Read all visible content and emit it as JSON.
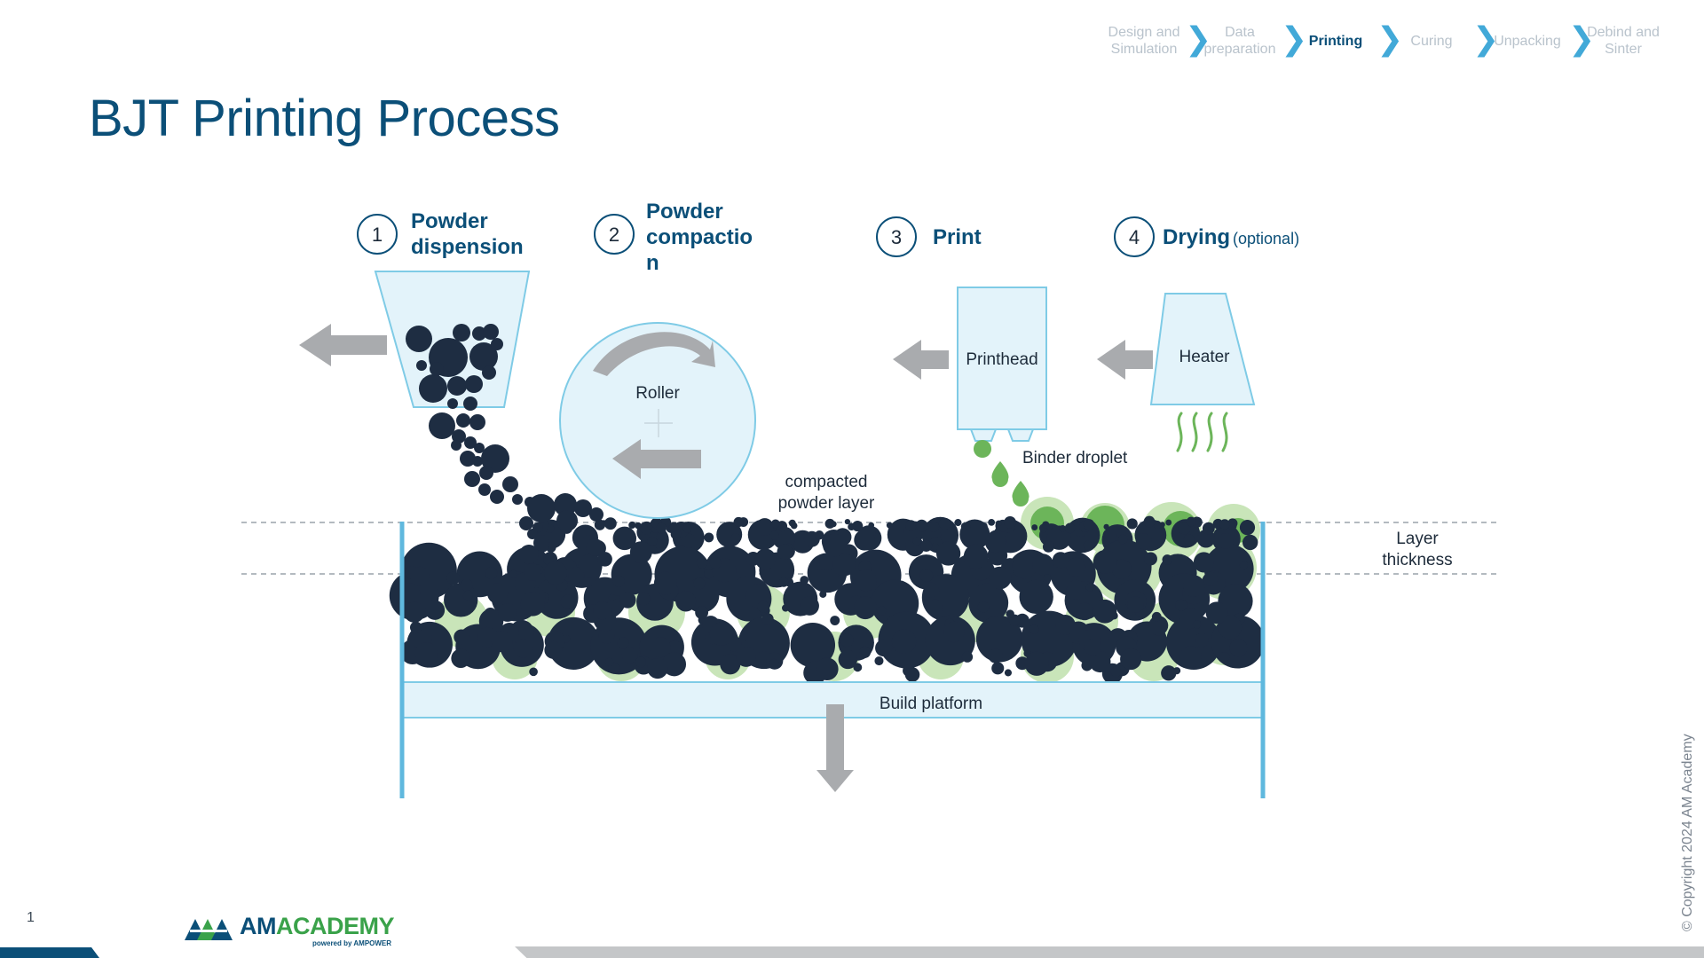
{
  "breadcrumb": {
    "items": [
      {
        "label": "Design and\nSimulation",
        "active": false
      },
      {
        "label": "Data\npreparation",
        "active": false
      },
      {
        "label": "Printing",
        "active": true
      },
      {
        "label": "Curing",
        "active": false
      },
      {
        "label": "Unpacking",
        "active": false
      },
      {
        "label": "Debind and\nSinter",
        "active": false
      }
    ],
    "separator": "❯"
  },
  "page": {
    "title": "BJT Printing Process",
    "number": "1",
    "copyright": "© Copyright 2024 AM Academy"
  },
  "steps": [
    {
      "number": "1",
      "title_line1": "Powder",
      "title_line2": "dispension",
      "title_line3": ""
    },
    {
      "number": "2",
      "title_line1": "Powder",
      "title_line2": "compactio",
      "title_line3": "n"
    },
    {
      "number": "3",
      "title_line1": "Print",
      "title_line2": "",
      "title_line3": ""
    },
    {
      "number": "4",
      "title_line1": "Drying",
      "title_line2": "",
      "title_line3": "",
      "suffix": "(optional)"
    }
  ],
  "labels": {
    "roller": "Roller",
    "printhead": "Printhead",
    "heater": "Heater",
    "binder_droplet": "Binder droplet",
    "compacted_line1": "compacted",
    "compacted_line2": "powder layer",
    "layer_line1": "Layer",
    "layer_line2": "thickness",
    "build_platform": "Build platform"
  },
  "logo": {
    "brand_am": "AM",
    "brand_academy": "ACADEMY",
    "tagline": "powered by AMPOWER"
  },
  "colors": {
    "title_blue": "#0b4f78",
    "accent_light_blue": "#42a9d8",
    "particle_navy": "#1e2d42",
    "binder_green": "#6cb55a",
    "binder_light": "#c9e5b9",
    "arrow_grey": "#a9abae",
    "container_fill": "#e3f3fa",
    "container_stroke": "#7fcbe6"
  },
  "icons": [
    "left-arrow-icon",
    "down-arrow-icon",
    "rotate-arrow-icon",
    "heat-wave-icon",
    "crosshair-icon"
  ]
}
